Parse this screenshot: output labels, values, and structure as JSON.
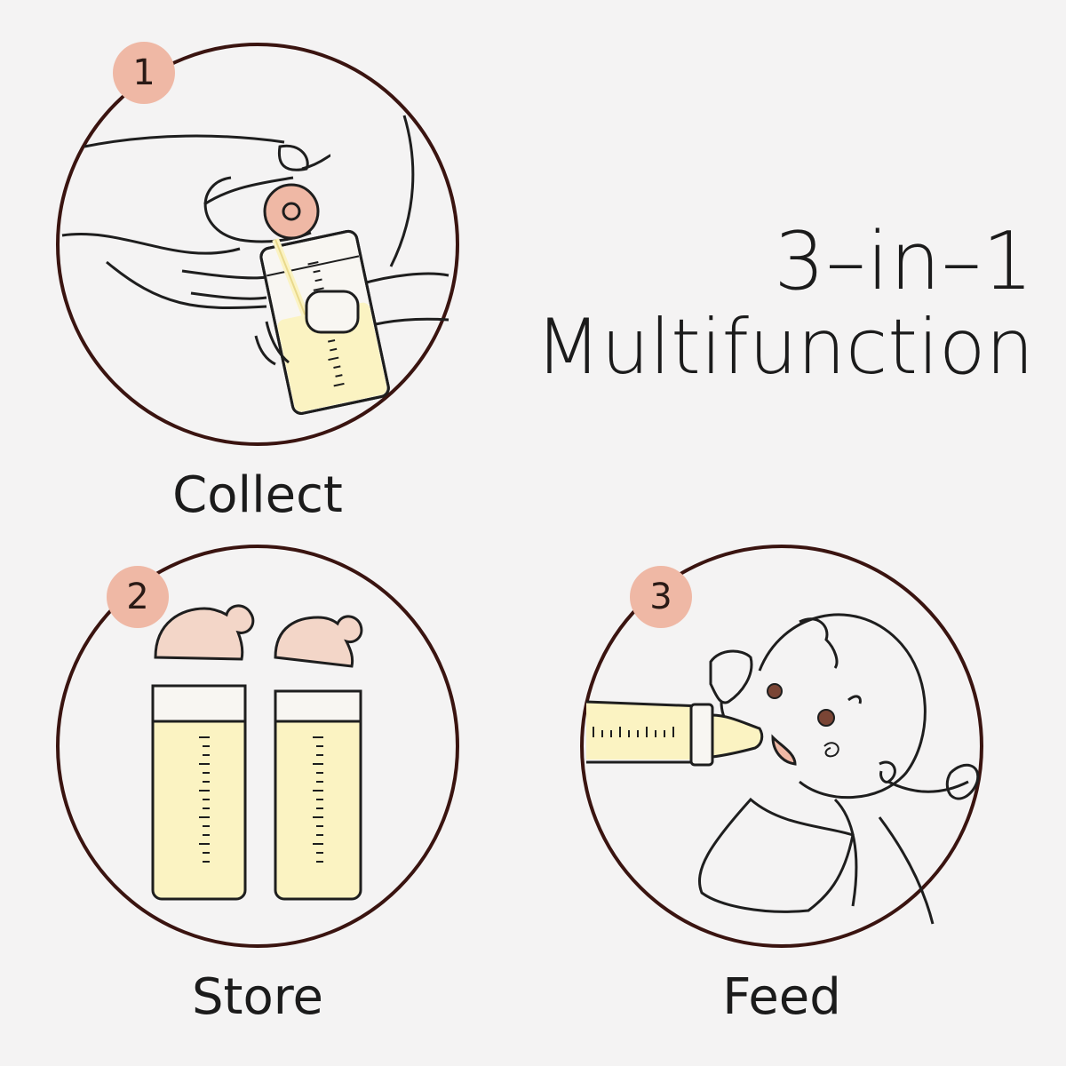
{
  "headline": {
    "line1": "3–in–1",
    "line2": "Multifunction"
  },
  "steps": [
    {
      "number": "1",
      "label": "Collect"
    },
    {
      "number": "2",
      "label": "Store"
    },
    {
      "number": "3",
      "label": "Feed"
    }
  ],
  "colors": {
    "background": "#f4f3f3",
    "circle_stroke": "#3a1410",
    "badge": "#efb8a5",
    "milk": "#fbf3c2",
    "nipple": "#f3d6c8",
    "line": "#1e1e1e"
  }
}
